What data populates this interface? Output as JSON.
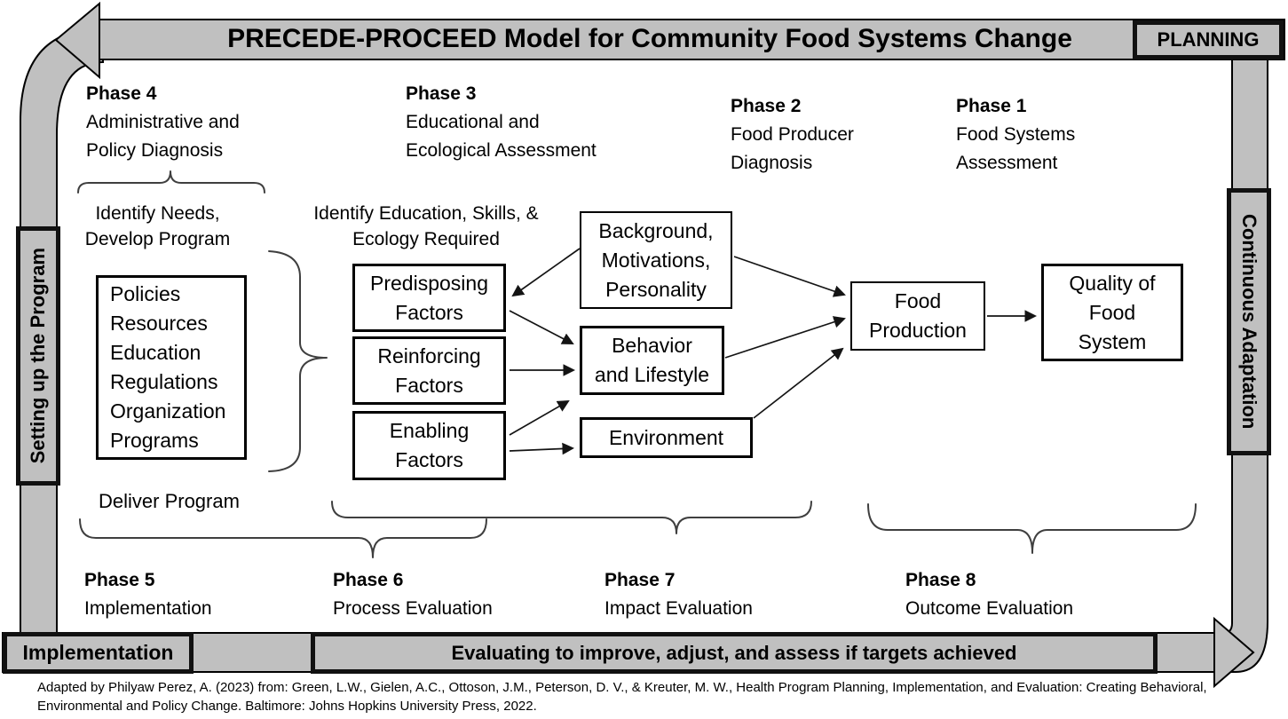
{
  "title": "PRECEDE-PROCEED Model for Community Food Systems Change",
  "cycle": {
    "planning": "PLANNING",
    "setting_up": "Setting up the Program",
    "implementation": "Implementation",
    "evaluating": "Evaluating to improve, adjust, and assess if targets achieved",
    "continuous_adaptation": "Continuous Adaptation",
    "arrow_gray": "#c0c0c0",
    "outline_black": "#000000"
  },
  "phases_top": [
    {
      "title": "Phase 4",
      "lines": [
        "Administrative and",
        "Policy Diagnosis"
      ]
    },
    {
      "title": "Phase 3",
      "lines": [
        "Educational and",
        "Ecological Assessment"
      ]
    },
    {
      "title": "Phase 2",
      "lines": [
        "Food Producer",
        "Diagnosis"
      ]
    },
    {
      "title": "Phase 1",
      "lines": [
        "Food Systems",
        "Assessment"
      ]
    }
  ],
  "phases_bottom": [
    {
      "title": "Phase 5",
      "lines": [
        "Implementation"
      ]
    },
    {
      "title": "Phase 6",
      "lines": [
        "Process Evaluation"
      ]
    },
    {
      "title": "Phase 7",
      "lines": [
        "Impact Evaluation"
      ]
    },
    {
      "title": "Phase 8",
      "lines": [
        "Outcome Evaluation"
      ]
    }
  ],
  "annotations": {
    "identify_needs": "Identify Needs,\nDevelop Program",
    "identify_education": "Identify Education, Skills,\n& Ecology Required",
    "deliver_program": "Deliver Program"
  },
  "boxes": {
    "policy_inputs": {
      "items": [
        "Policies",
        "Resources",
        "Education",
        "Regulations",
        "Organization",
        "Programs"
      ]
    },
    "predisposing": "Predisposing\nFactors",
    "reinforcing": "Reinforcing\nFactors",
    "enabling": "Enabling\nFactors",
    "background": "Background,\nMotivations,\nPersonality",
    "behavior": "Behavior\nand Lifestyle",
    "environment": "Environment",
    "food_production": "Food\nProduction",
    "quality": "Quality of\nFood\nSystem"
  },
  "attribution": {
    "line1": "Adapted by Philyaw Perez, A. (2023) from: Green, L.W., Gielen, A.C., Ottoson, J.M., Peterson, D. V., & Kreuter, M. W., Health Program Planning, Implementation, and Evaluation: Creating Behavioral,",
    "line2": "Environmental and Policy Change. Baltimore: Johns Hopkins University Press, 2022."
  }
}
